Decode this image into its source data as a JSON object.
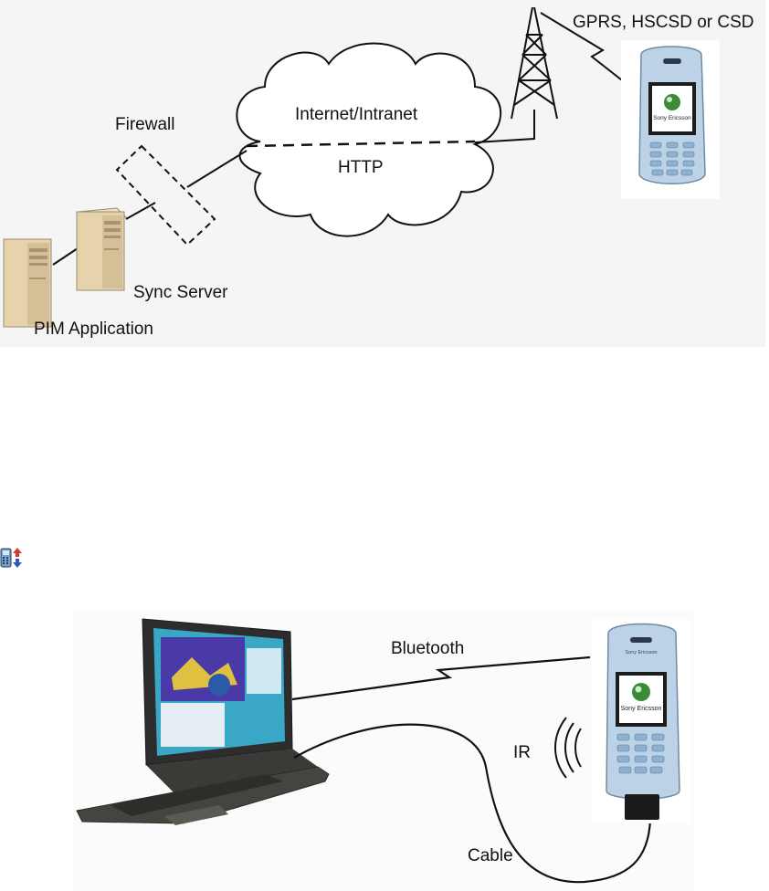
{
  "top_diagram": {
    "firewall_label": "Firewall",
    "cloud_label_top": "Internet/Intranet",
    "cloud_label_bottom": "HTTP",
    "network_label": "GPRS, HSCSD or CSD",
    "sync_server_label": "Sync Server",
    "pim_label": "PIM Application",
    "phone_brand": "Sony Ericsson"
  },
  "bottom_diagram": {
    "bluetooth_label": "Bluetooth",
    "ir_label": "IR",
    "cable_label": "Cable",
    "phone_brand": "Sony Ericsson",
    "phone_top_brand": "Sony Ericsson"
  },
  "icons": {
    "sync_icon": "sync-phone-icon"
  }
}
